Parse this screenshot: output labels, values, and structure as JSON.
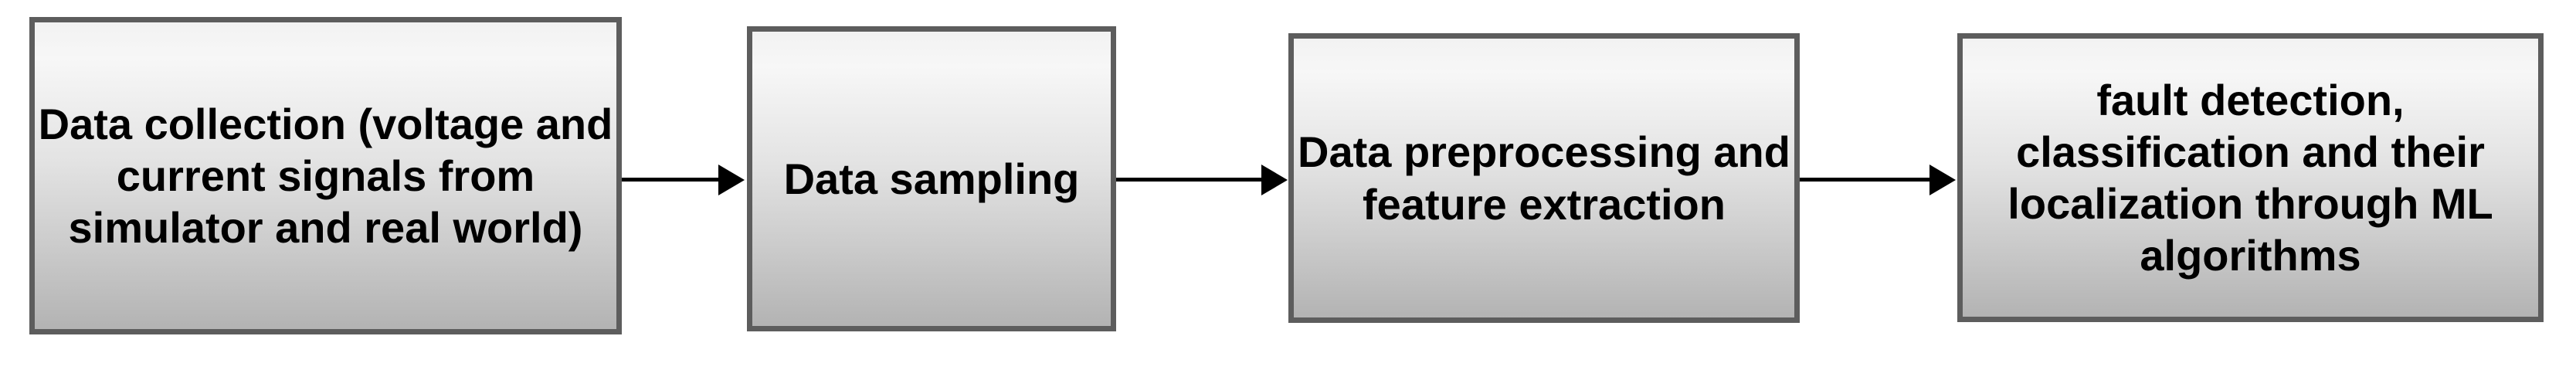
{
  "flowchart": {
    "steps": [
      {
        "label": "Data collection (voltage and\ncurrent signals from\nsimulator and real world)"
      },
      {
        "label": "Data sampling"
      },
      {
        "label": "Data preprocessing and\nfeature extraction"
      },
      {
        "label": "fault detection,\nclassification and their\nlocalization through ML\nalgorithms"
      }
    ],
    "connectors": [
      {
        "from": "Data collection (voltage and current signals from simulator and real world)",
        "to": "Data sampling"
      },
      {
        "from": "Data sampling",
        "to": "Data preprocessing and feature extraction"
      },
      {
        "from": "Data preprocessing and feature extraction",
        "to": "fault detection, classification and their localization through ML algorithms"
      }
    ],
    "colors": {
      "background": "#ffffff",
      "box_border": "#5d5d5d",
      "box_gradient_top": "#f6f6f6",
      "box_gradient_bottom": "#b3b3b3",
      "text": "#000000",
      "arrow": "#000000"
    }
  }
}
